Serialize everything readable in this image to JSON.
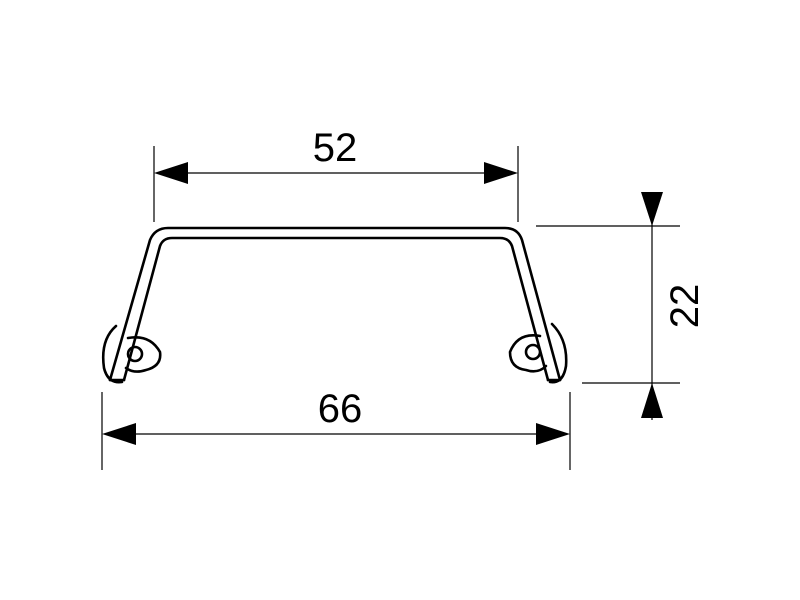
{
  "drawing": {
    "dimensions": {
      "top_width": "52",
      "bottom_width": "66",
      "height": "22"
    }
  }
}
